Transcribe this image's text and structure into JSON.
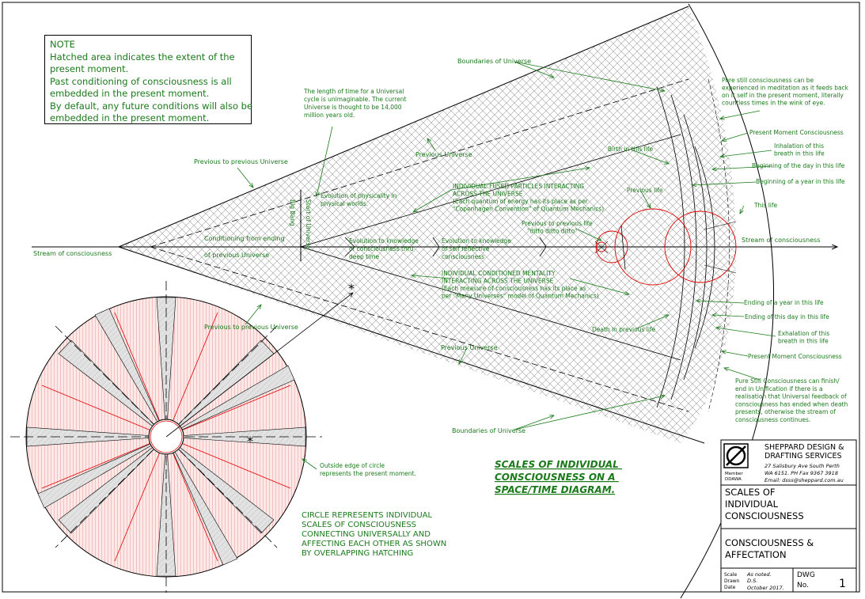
{
  "note": {
    "lines": [
      "NOTE",
      "Hatched area indicates the extent of the",
      "present moment.",
      "Past conditioning of consciousness is all",
      "embedded in the present moment.",
      "By default, any future conditions will also be",
      "embedded in the present moment."
    ]
  },
  "labels": {
    "cycle": [
      "The length of time for a Universal",
      "cycle is unimaginable. The current",
      "Universe is thought to be 14,000",
      "million years old."
    ],
    "boundaries_top": "Boundaries of Universe",
    "boundaries_bottom": "Boundaries of Universe",
    "previous_universe_top": "Previous Universe",
    "previous_universe_bottom": "Previous Universe",
    "prev_prev_top": "Previous to previous Universe",
    "prev_prev_bottom": "Previous to previous Universe",
    "big_bang": "Big Bang",
    "start_universe": "Start of Universe",
    "physicality": [
      "Evolution of physicality in",
      "physical worlds."
    ],
    "conditioning": [
      "Conditioning from ending",
      "of previous Universe"
    ],
    "stream_left": "Stream of consciousness",
    "stream_right": "Stream of consciousness",
    "evo_thru": [
      "Evolution to knowledge",
      "of consciousness thru",
      "deep time"
    ],
    "evo_self": [
      "Evolution to knowledge",
      "of self reflective",
      "consciousness"
    ],
    "fused": [
      "INDIVIDUAL FUSED PARTICLES INTERACTING",
      "ACROSS THE UNIVERSE",
      "(Each quantum of energy has its place as per",
      "\"Copenhagen Convention\" of Quantum Mechanics)"
    ],
    "mentality": [
      "INDIVIDUAL CONDITIONED MENTALITY",
      "INTERACTING ACROSS THE UNIVERSE",
      "(Each measure of consciousness has its place as",
      "per \"Many Universes\" model of Quantum Mechanics)"
    ],
    "prev_to_prev_life": [
      "Previous to previous life",
      "\"ditto ditto ditto\""
    ],
    "previous_life": "Previous life",
    "birth": "Birth in this life",
    "death_prev": "Death in previous life",
    "this_life": "This life",
    "pure_top": [
      "Pure still consciousness can be",
      "experienced in meditation as it feeds back",
      "on it self in the present moment, literally",
      "countless times in the wink of eye."
    ],
    "pmc_top": "Present Moment Consciousness",
    "inhalation": [
      "Inhalation of this",
      "breath in this life"
    ],
    "beg_day": "Beginning of the day in this life",
    "beg_year": "Beginning of a year in this life",
    "end_year": "Ending of a year in this life",
    "end_day": "Ending of this day in this life",
    "exhalation": [
      "Exhalation of this",
      "breath in this life"
    ],
    "pmc_bottom": "Present Moment Consciousness",
    "pure_bottom": [
      "Pure Still Consciousness can finish/",
      "end in Unification if there is a",
      "realisation that Universal feedback of",
      "consciousness has ended when death",
      "presents, otherwise the stream of",
      "consciousness continues."
    ],
    "outside_edge": [
      "Outside edge of circle",
      "represents the present moment."
    ],
    "circle_rep": [
      "CIRCLE REPRESENTS INDIVIDUAL",
      "SCALES OF CONSCIOUSNESS",
      "CONNECTING UNIVERSALLY AND",
      "AFFECTING EACH OTHER AS SHOWN",
      "BY OVERLAPPING HATCHING"
    ],
    "title_main": [
      "SCALES OF INDIVIDUAL",
      "CONSCIOUSNESS ON A",
      "SPACE/TIME DIAGRAM."
    ]
  },
  "title_block": {
    "company": [
      "SHEPPARD DESIGN &",
      "DRAFTING SERVICES"
    ],
    "address": [
      "27 Salisbury Ave South Perth",
      "WA 6151. PH Fax 9367 3918",
      "Email: dsss@sheppard.com.au"
    ],
    "member": [
      "Member",
      "DDAWA"
    ],
    "title1": [
      "SCALES OF",
      "INDIVIDUAL",
      "CONSCIOUSNESS"
    ],
    "title2": [
      "CONSCIOUSNESS &",
      "AFFECTATION"
    ],
    "scale_label": "Scale",
    "scale_value": "As noted.",
    "drawn_label": "Drawn",
    "drawn_value": "D.S.",
    "date_label": "Date",
    "date_value": "October 2017.",
    "dwg_label": "DWG",
    "no_label": "No.",
    "dwg_no": "1"
  },
  "colors": {
    "green": "#1a7a1a",
    "red": "#e00000",
    "ink": "#000000",
    "hatch": "#9a9a9a"
  }
}
